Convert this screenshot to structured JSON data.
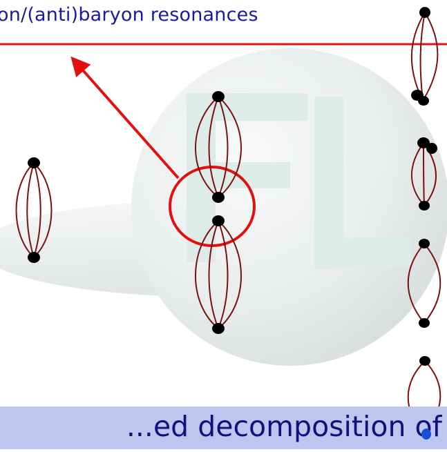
{
  "title": {
    "text": "on/(anti)baryon resonances"
  },
  "banner": {
    "text": "...ed decomposition of"
  },
  "colors": {
    "title_text": "#1b1b9a",
    "rule": "#e31010",
    "string": "#7a1010",
    "quark": "#000000",
    "banner_bg": "#bcc6ef",
    "banner_text": "#11117d",
    "logo": "#c2dcd8"
  },
  "logo": {
    "letters": "FL"
  }
}
